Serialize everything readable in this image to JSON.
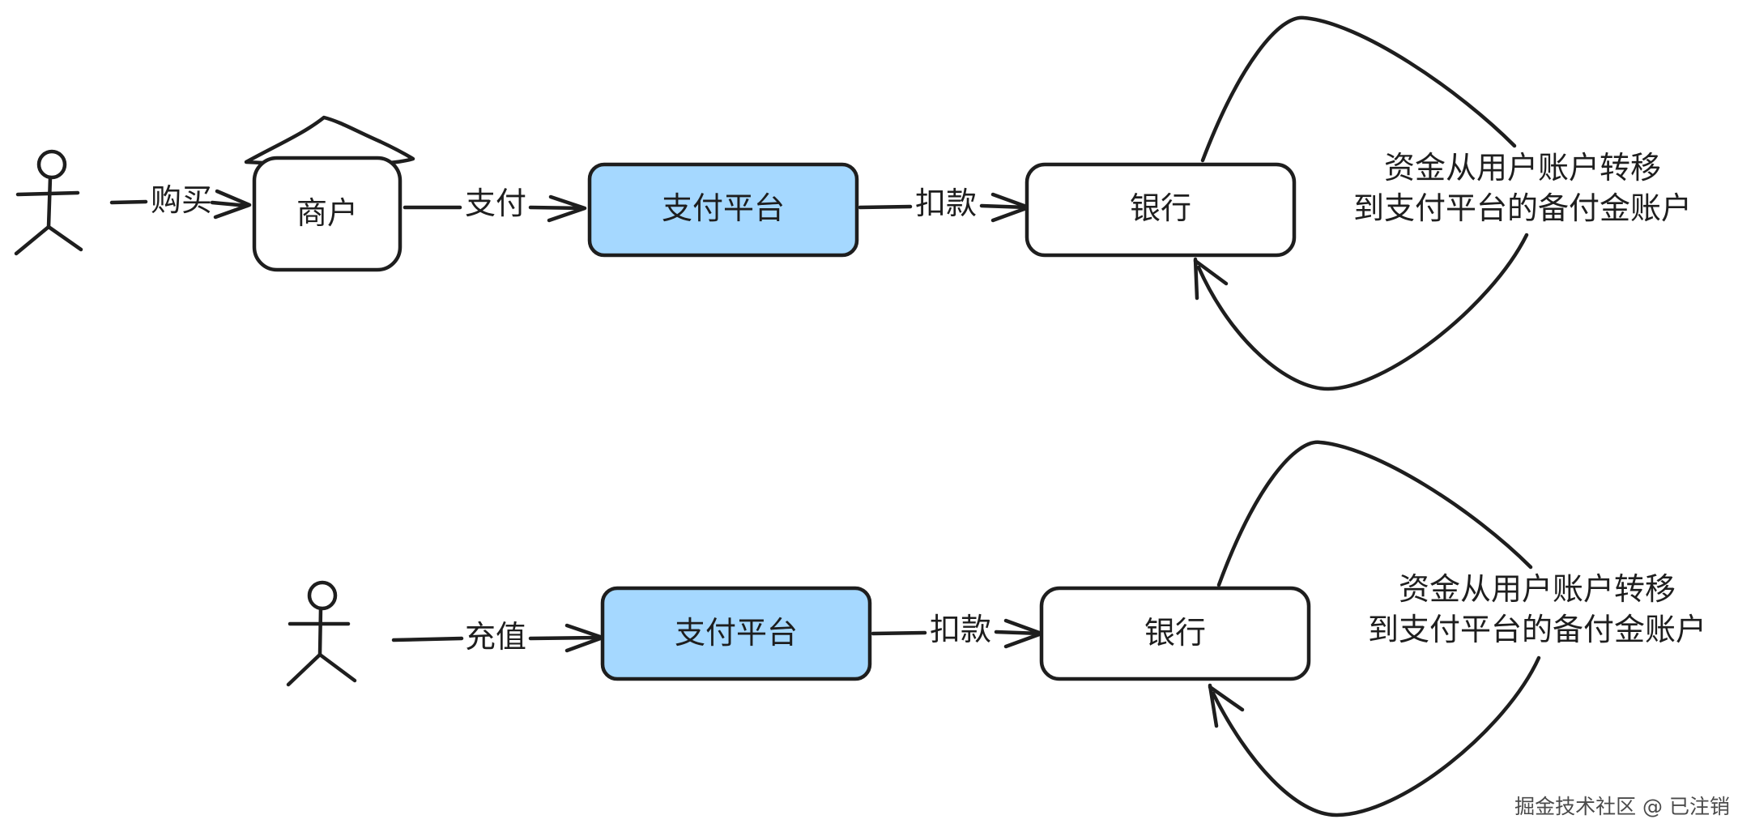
{
  "colors": {
    "highlight_fill": "#a5d8ff",
    "stroke": "#1e1e1e",
    "background": "#ffffff"
  },
  "flow1": {
    "actor_icon": "person-icon",
    "edge_buy": "购买",
    "merchant": "商户",
    "edge_pay": "支付",
    "platform": "支付平台",
    "edge_debit": "扣款",
    "bank": "银行",
    "note_line1": "资金从用户账户转移",
    "note_line2": "到支付平台的备付金账户"
  },
  "flow2": {
    "actor_icon": "person-icon",
    "edge_topup": "充值",
    "platform": "支付平台",
    "edge_debit": "扣款",
    "bank": "银行",
    "note_line1": "资金从用户账户转移",
    "note_line2": "到支付平台的备付金账户"
  },
  "watermark": "掘金技术社区 @ 已注销"
}
